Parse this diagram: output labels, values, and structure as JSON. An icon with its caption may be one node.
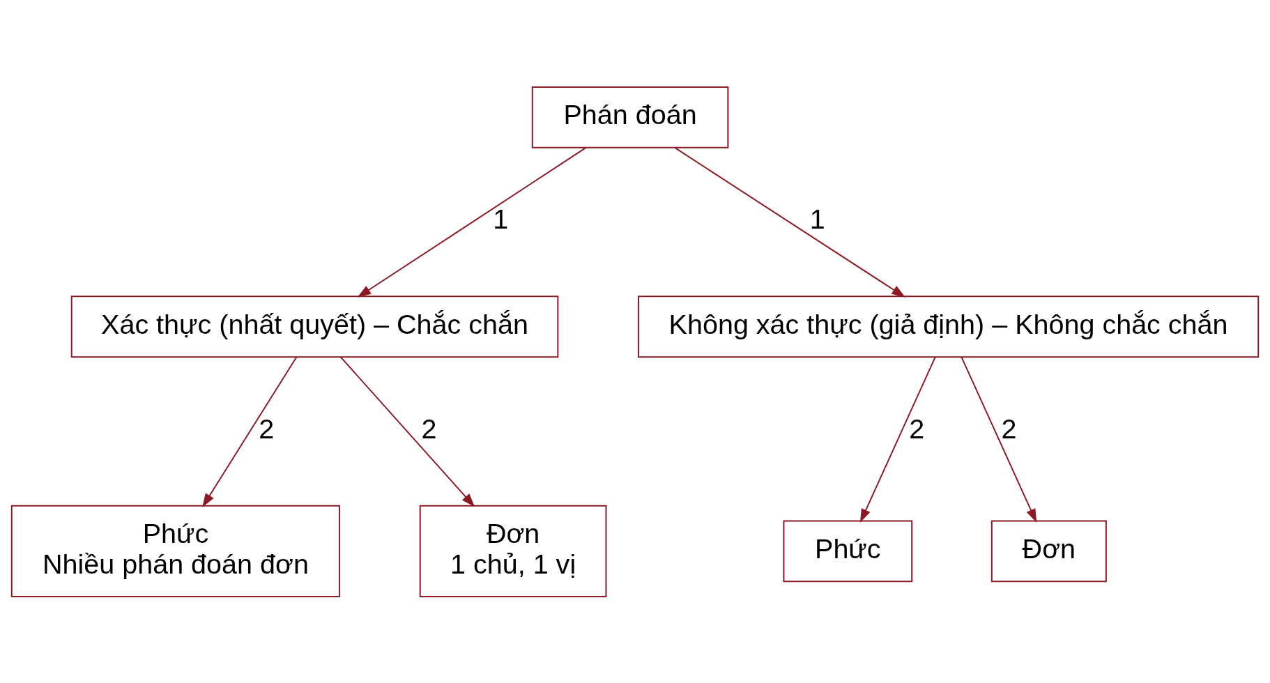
{
  "diagram": {
    "nodes": [
      {
        "text": [
          "Phán đoán"
        ]
      },
      {
        "text": [
          "Xác thực (nhất quyết) – Chắc chắn"
        ]
      },
      {
        "text": [
          "Không xác thực (giả định) – Không chắc chắn"
        ]
      },
      {
        "text": [
          "Phức",
          "Nhiều phán đoán đơn"
        ]
      },
      {
        "text": [
          "Đơn",
          "1 chủ, 1 vị"
        ]
      },
      {
        "text": [
          "Phức"
        ]
      },
      {
        "text": [
          "Đơn"
        ]
      }
    ],
    "edges": [
      {
        "from": 0,
        "to": 1,
        "arrow": "to",
        "label": "1"
      },
      {
        "from": 0,
        "to": 2,
        "arrow": "to",
        "label": "1"
      },
      {
        "from": 1,
        "to": 3,
        "arrow": "to",
        "label": "2"
      },
      {
        "from": 1,
        "to": 4,
        "arrow": "to",
        "label": "2"
      },
      {
        "from": 2,
        "to": 5,
        "arrow": "to",
        "label": "2"
      },
      {
        "from": 2,
        "to": 6,
        "arrow": "to",
        "label": "2"
      }
    ]
  }
}
